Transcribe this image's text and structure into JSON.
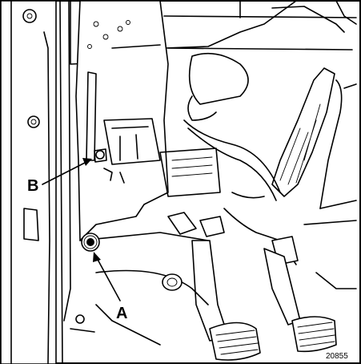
{
  "figure": {
    "callouts": {
      "a": "A",
      "b": "B"
    },
    "reference_number": "20855"
  }
}
